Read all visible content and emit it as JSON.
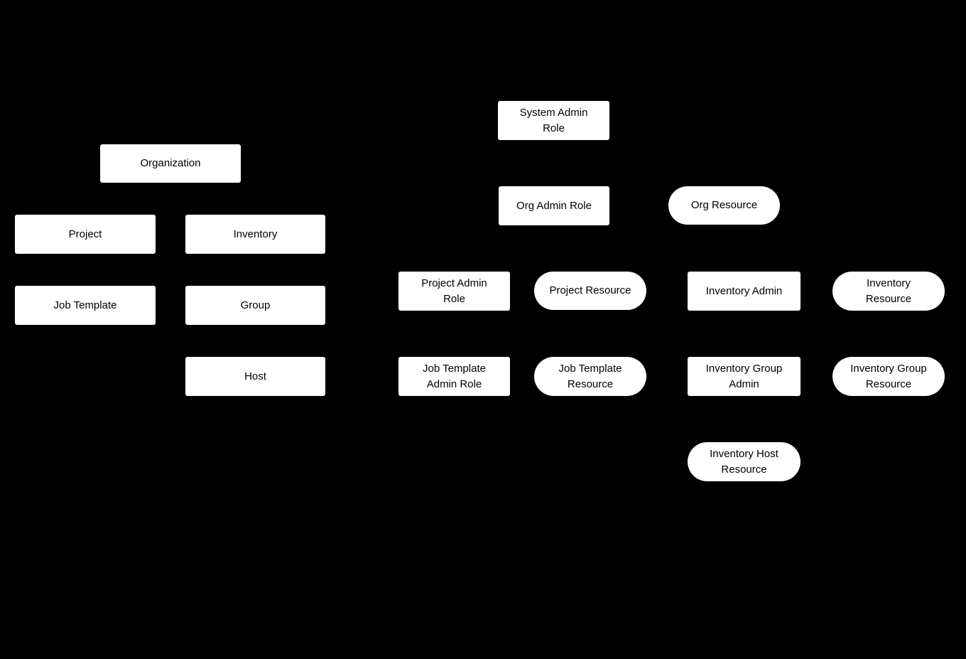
{
  "diagram": {
    "background_color": "#000000",
    "node_fill_color": "#ffffff",
    "node_text_color": "#000000",
    "nodes": [
      {
        "id": "organization",
        "label": "Organization",
        "shape": "rect"
      },
      {
        "id": "project",
        "label": "Project",
        "shape": "rect"
      },
      {
        "id": "inventory",
        "label": "Inventory",
        "shape": "rect"
      },
      {
        "id": "job-template",
        "label": "Job Template",
        "shape": "rect"
      },
      {
        "id": "group",
        "label": "Group",
        "shape": "rect"
      },
      {
        "id": "host",
        "label": "Host",
        "shape": "rect"
      },
      {
        "id": "system-admin-role",
        "label": "System Admin\nRole",
        "shape": "rect"
      },
      {
        "id": "org-admin-role",
        "label": "Org Admin Role",
        "shape": "rect"
      },
      {
        "id": "org-resource",
        "label": "Org Resource",
        "shape": "pill"
      },
      {
        "id": "project-admin-role",
        "label": "Project Admin\nRole",
        "shape": "rect"
      },
      {
        "id": "project-resource",
        "label": "Project Resource",
        "shape": "pill"
      },
      {
        "id": "inventory-admin",
        "label": "Inventory Admin",
        "shape": "rect"
      },
      {
        "id": "inventory-resource",
        "label": "Inventory\nResource",
        "shape": "pill"
      },
      {
        "id": "job-template-admin-role",
        "label": "Job Template\nAdmin Role",
        "shape": "rect"
      },
      {
        "id": "job-template-resource",
        "label": "Job Template\nResource",
        "shape": "pill"
      },
      {
        "id": "inventory-group-admin",
        "label": "Inventory Group\nAdmin",
        "shape": "rect"
      },
      {
        "id": "inventory-group-resource",
        "label": "Inventory Group\nResource",
        "shape": "pill"
      },
      {
        "id": "inventory-host-resource",
        "label": "Inventory Host\nResource",
        "shape": "pill"
      }
    ]
  }
}
